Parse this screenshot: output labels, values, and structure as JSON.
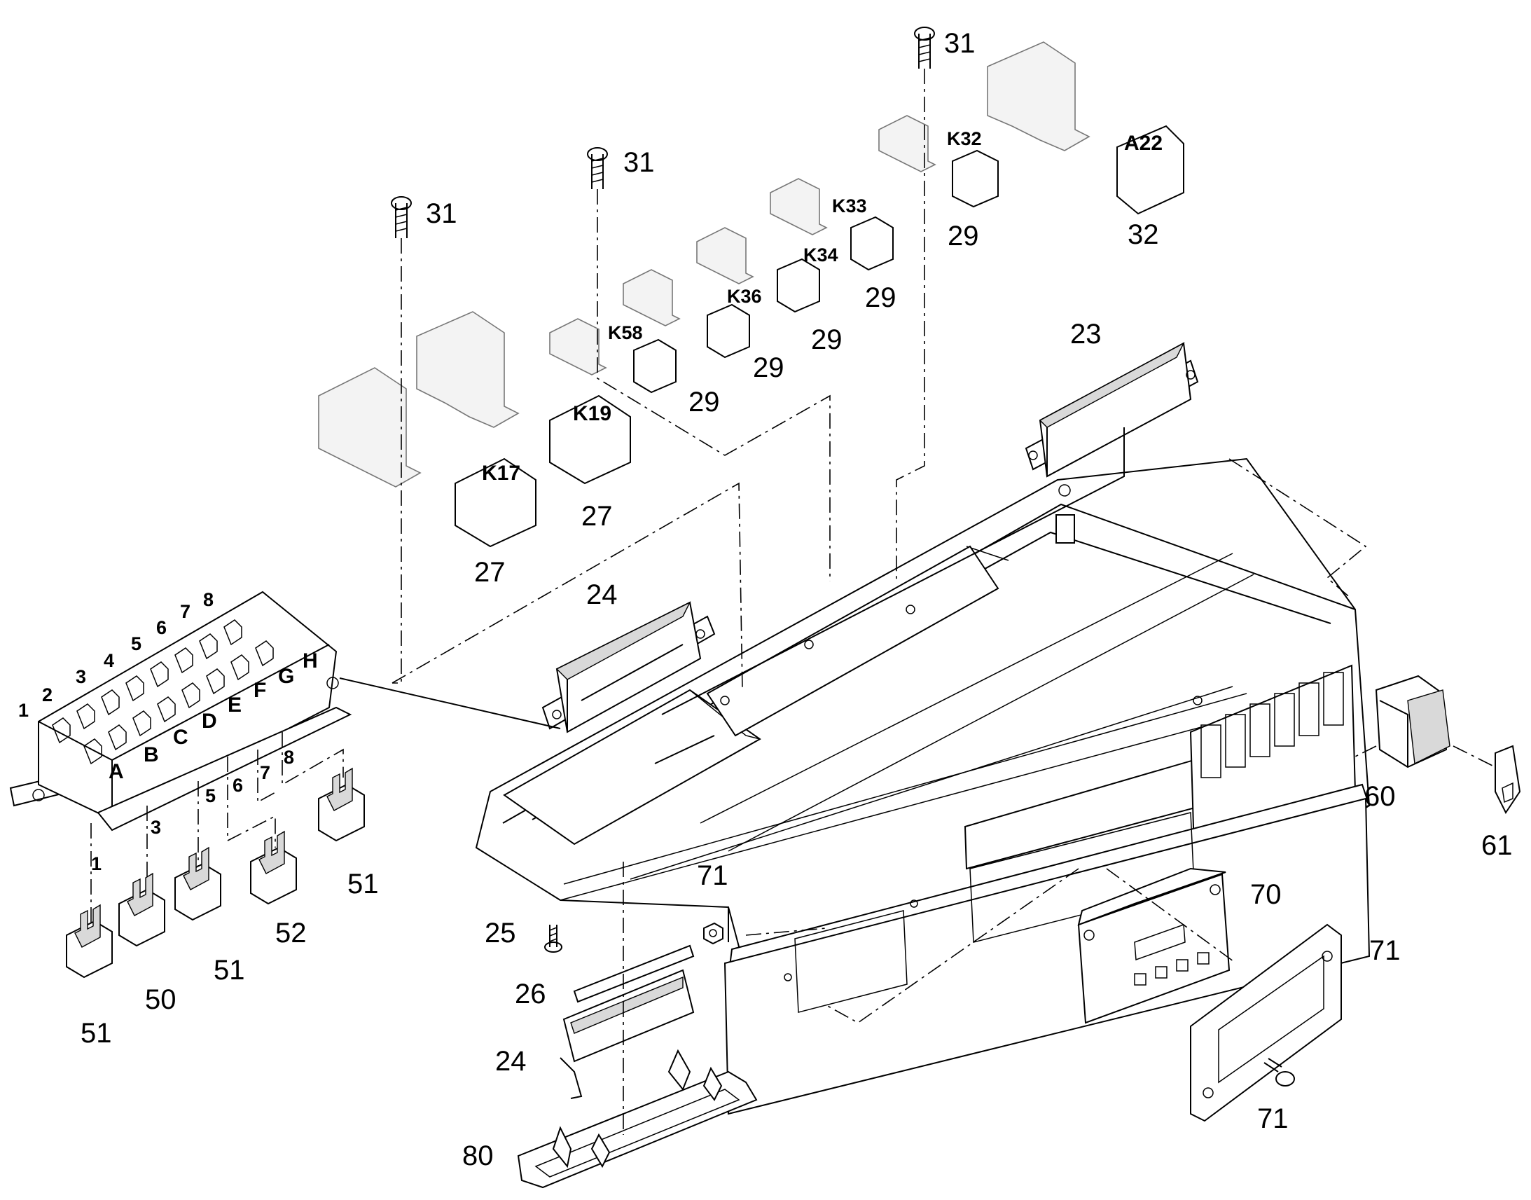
{
  "callouts": {
    "n31a": "31",
    "n31b": "31",
    "n31c": "31",
    "n32": "32",
    "n23": "23",
    "n24a": "24",
    "n24b": "24",
    "n25": "25",
    "n26": "26",
    "n27a": "27",
    "n27b": "27",
    "n29a": "29",
    "n29b": "29",
    "n29c": "29",
    "n29d": "29",
    "n29e": "29",
    "n50": "50",
    "n51a": "51",
    "n51b": "51",
    "n51c": "51",
    "n52": "52",
    "n60": "60",
    "n61": "61",
    "n70": "70",
    "n71a": "71",
    "n71b": "71",
    "n71c": "71",
    "n80": "80"
  },
  "relay_labels": {
    "k17": "K17",
    "k19": "K19",
    "k58": "K58",
    "k36": "K36",
    "k34": "K34",
    "k33": "K33",
    "k32": "K32",
    "a22": "A22"
  },
  "fuse_box": {
    "columns": [
      "1",
      "2",
      "3",
      "4",
      "5",
      "6",
      "7",
      "8"
    ],
    "rows": [
      "A",
      "B",
      "C",
      "D",
      "E",
      "F",
      "G",
      "H"
    ],
    "slot_labels": [
      "1",
      "3",
      "5",
      "6",
      "7",
      "8"
    ]
  }
}
